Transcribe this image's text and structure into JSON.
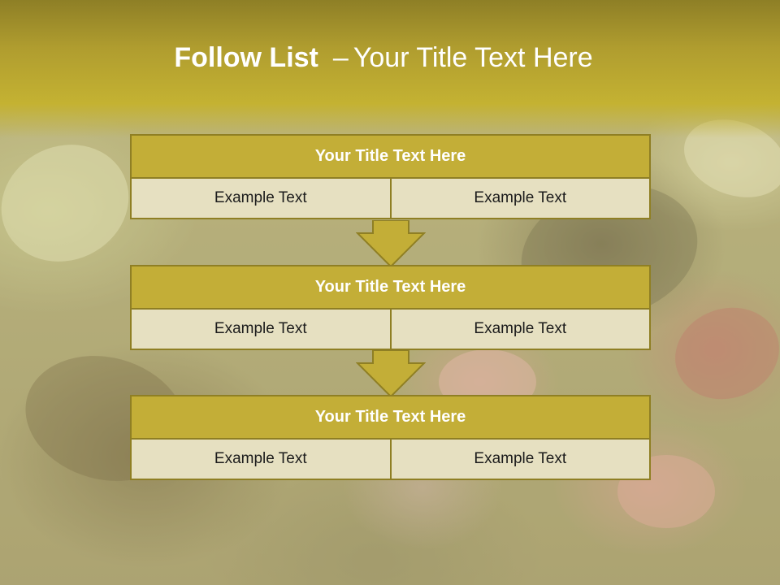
{
  "slide": {
    "title_bold": "Follow List",
    "title_dash": "–",
    "title_rest": "Your Title Text Here"
  },
  "colors": {
    "title_band": "#c4b232",
    "header_fill": "#c3ae37",
    "border": "#8f7f24",
    "cell_fill": "#e6e0c1",
    "text_light": "#ffffff",
    "text_dark": "#1c1c1c"
  },
  "steps": [
    {
      "title": "Your Title Text Here",
      "left": "Example Text",
      "right": "Example Text"
    },
    {
      "title": "Your Title Text Here",
      "left": "Example Text",
      "right": "Example Text"
    },
    {
      "title": "Your Title Text Here",
      "left": "Example Text",
      "right": "Example Text"
    }
  ],
  "icons": [
    "down-arrow-icon",
    "down-arrow-icon"
  ]
}
